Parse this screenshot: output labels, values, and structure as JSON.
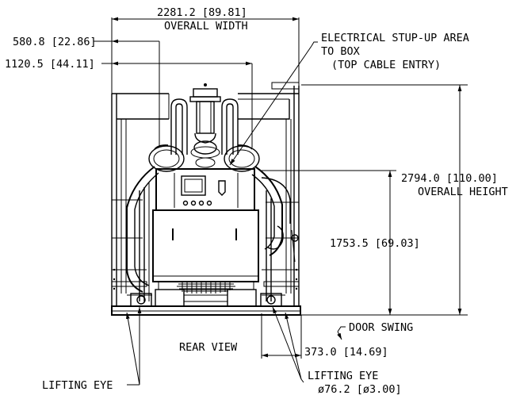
{
  "view_label": "REAR VIEW",
  "dimensions": {
    "overall_width": {
      "value": "2281.2 [89.81]",
      "label": "OVERALL WIDTH"
    },
    "offset_1": {
      "value": "580.8 [22.86]"
    },
    "offset_2": {
      "value": "1120.5 [44.11]"
    },
    "overall_height": {
      "value": "2794.0 [110.00]",
      "label": "OVERALL HEIGHT"
    },
    "height_2": {
      "value": "1753.5 [69.03]"
    },
    "door_offset": {
      "value": "373.0 [14.69]"
    }
  },
  "notes": {
    "electrical": [
      "ELECTRICAL STUP-UP AREA",
      "TO BOX",
      "(TOP CABLE ENTRY)"
    ],
    "door_swing": "DOOR SWING",
    "lifting_eye_left": "LIFTING EYE",
    "lifting_eye_right": "LIFTING EYE",
    "lifting_eye_diameter": "ø76.2 [ø3.00]"
  }
}
